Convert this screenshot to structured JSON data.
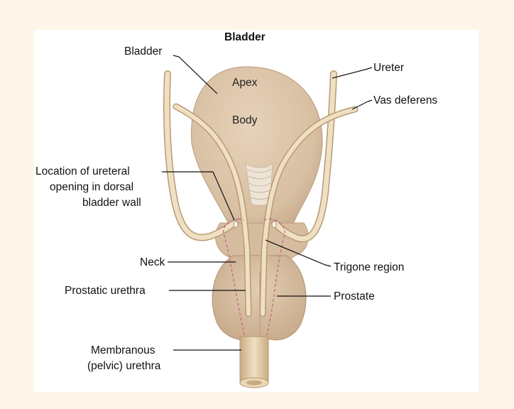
{
  "title": "Bladder",
  "labels": {
    "apex": "Apex",
    "body": "Body",
    "bladder": "Bladder",
    "ureter": "Ureter",
    "vas_deferens": "Vas deferens",
    "ureteral_opening_1": "Location of ureteral",
    "ureteral_opening_2": "opening in dorsal",
    "ureteral_opening_3": "bladder wall",
    "neck": "Neck",
    "trigone": "Trigone region",
    "prostatic_urethra": "Prostatic urethra",
    "prostate": "Prostate",
    "membranous_1": "Membranous",
    "membranous_2": "(pelvic) urethra"
  },
  "colors": {
    "background": "#fdf6e9",
    "panel": "#ffffff",
    "organ": "#dcc4a8",
    "organ_shadow": "#c7aa8a",
    "duct": "#eedcb8",
    "duct_edge": "#b8996c",
    "dashed": "#c0608a"
  }
}
